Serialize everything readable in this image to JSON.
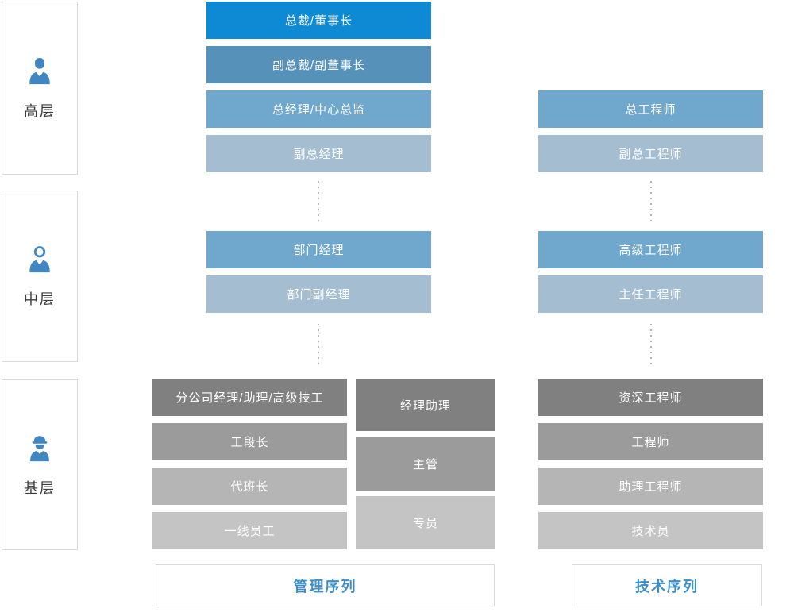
{
  "sidebar": {
    "levels": [
      {
        "label": "高层",
        "icon": "executive-icon"
      },
      {
        "label": "中层",
        "icon": "middle-manager-icon"
      },
      {
        "label": "基层",
        "icon": "worker-icon"
      }
    ]
  },
  "management": {
    "senior": [
      "总裁/董事长",
      "副总裁/副董事长",
      "总经理/中心总监",
      "副总经理"
    ],
    "middle": [
      "部门经理",
      "部门副经理"
    ],
    "junior_left": [
      "分公司经理/助理/高级技工",
      "工段长",
      "代班长",
      "一线员工"
    ],
    "junior_right": [
      "经理助理",
      "主管",
      "专员"
    ],
    "footer": "管理序列"
  },
  "technical": {
    "senior": [
      "总工程师",
      "副总工程师"
    ],
    "middle": [
      "高级工程师",
      "主任工程师"
    ],
    "junior": [
      "资深工程师",
      "工程师",
      "助理工程师",
      "技术员"
    ],
    "footer": "技术序列"
  },
  "colors": {
    "level1_blue": "#0d8ad3",
    "level2_blue": "#5691ba",
    "level3_blue": "#6fa7cd",
    "level4_blue": "#a5bdd1",
    "gray_dark": "#808080",
    "gray_medium": "#9b9b9b",
    "gray_light": "#b5b5b5",
    "gray_lighter": "#c4c4c4",
    "accent_blue": "#3d8dc6",
    "icon_blue": "#4186c0",
    "box_border": "#d9d9d9",
    "dot_gray": "#b4b4b4"
  }
}
